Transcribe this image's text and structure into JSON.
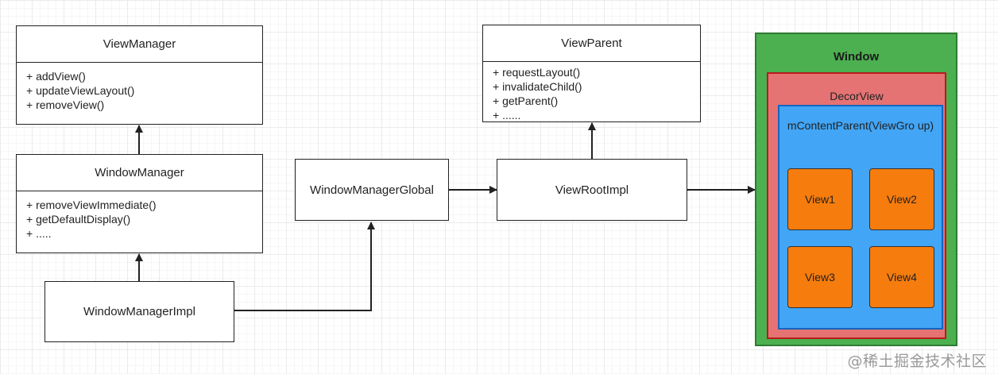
{
  "view_manager": {
    "title": "ViewManager",
    "members": [
      "+ addView()",
      "+ updateViewLayout()",
      "+ removeView()"
    ]
  },
  "window_manager": {
    "title": "WindowManager",
    "members": [
      "+ removeViewImmediate()",
      "+ getDefaultDisplay()",
      "+ ....."
    ]
  },
  "window_manager_impl": {
    "title": "WindowManagerImpl"
  },
  "window_manager_global": {
    "title": "WindowManagerGlobal"
  },
  "view_parent": {
    "title": "ViewParent",
    "members": [
      "+ requestLayout()",
      "+ invalidateChild()",
      "+ getParent()",
      "+ ......"
    ]
  },
  "view_root_impl": {
    "title": "ViewRootImpl"
  },
  "window": {
    "title": "Window",
    "decor_view": {
      "title": "DecorView",
      "content_parent": {
        "title": "mContentParent(ViewGro up)",
        "views": [
          "View1",
          "View2",
          "View3",
          "View4"
        ]
      }
    }
  },
  "watermark": "@稀土掘金技术社区",
  "colors": {
    "window_bg": "#4caf50",
    "window_border": "#2e7d32",
    "decor_bg": "#e57373",
    "decor_border": "#b71c1c",
    "content_bg": "#42a5f5",
    "content_border": "#1565c0",
    "view_bg": "#f57c0d"
  }
}
